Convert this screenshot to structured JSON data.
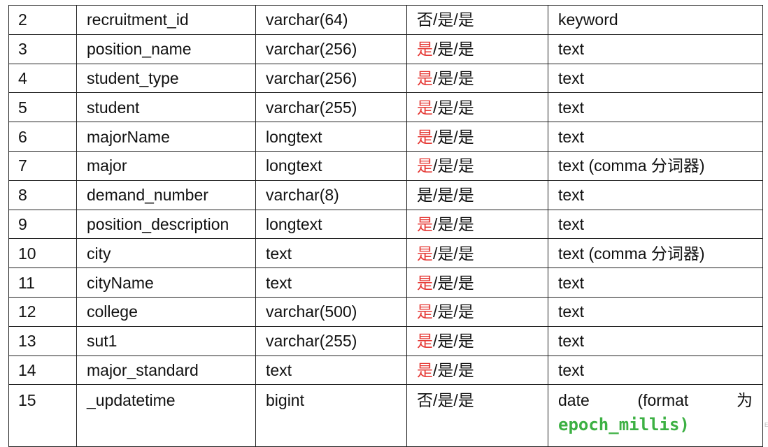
{
  "table": {
    "rows": [
      {
        "num": "2",
        "field": "recruitment_id",
        "type": "varchar(64)",
        "flag_first": "否",
        "flag_rest": "/是/是",
        "first_red": false,
        "es_type": "keyword"
      },
      {
        "num": "3",
        "field": "position_name",
        "type": "varchar(256)",
        "flag_first": "是",
        "flag_rest": "/是/是",
        "first_red": true,
        "es_type": "text"
      },
      {
        "num": "4",
        "field": "student_type",
        "type": "varchar(256)",
        "flag_first": "是",
        "flag_rest": "/是/是",
        "first_red": true,
        "es_type": "text"
      },
      {
        "num": "5",
        "field": "student",
        "type": "varchar(255)",
        "flag_first": "是",
        "flag_rest": "/是/是",
        "first_red": true,
        "es_type": "text"
      },
      {
        "num": "6",
        "field": "majorName",
        "type": "longtext",
        "flag_first": "是",
        "flag_rest": "/是/是",
        "first_red": true,
        "es_type": "text"
      },
      {
        "num": "7",
        "field": "major",
        "type": "longtext",
        "flag_first": "是",
        "flag_rest": "/是/是",
        "first_red": true,
        "es_type": "text (comma 分词器)"
      },
      {
        "num": "8",
        "field": "demand_number",
        "type": "varchar(8)",
        "flag_first": "是",
        "flag_rest": "/是/是",
        "first_red": false,
        "es_type": "text"
      },
      {
        "num": "9",
        "field": "position_description",
        "type": "longtext",
        "flag_first": "是",
        "flag_rest": "/是/是",
        "first_red": true,
        "es_type": "text"
      },
      {
        "num": "10",
        "field": "city",
        "type": "text",
        "flag_first": "是",
        "flag_rest": "/是/是",
        "first_red": true,
        "es_type": "text (comma 分词器)"
      },
      {
        "num": "11",
        "field": "cityName",
        "type": "text",
        "flag_first": "是",
        "flag_rest": "/是/是",
        "first_red": true,
        "es_type": "text"
      },
      {
        "num": "12",
        "field": "college",
        "type": "varchar(500)",
        "flag_first": "是",
        "flag_rest": "/是/是",
        "first_red": true,
        "es_type": "text"
      },
      {
        "num": "13",
        "field": "sut1",
        "type": "varchar(255)",
        "flag_first": "是",
        "flag_rest": "/是/是",
        "first_red": true,
        "es_type": "text"
      },
      {
        "num": "14",
        "field": "major_standard",
        "type": "text",
        "flag_first": "是",
        "flag_rest": "/是/是",
        "first_red": true,
        "es_type": "text"
      }
    ],
    "last_row": {
      "num": "15",
      "field": "_updatetime",
      "type": "bigint",
      "flag_first": "否",
      "flag_rest": "/是/是",
      "es_word1": "date",
      "es_word2": "(format",
      "es_word3": "为",
      "es_code": "epoch_millis)"
    }
  },
  "colors": {
    "red_flag": "#e53935",
    "code_green": "#3cb043"
  },
  "edge_mark": "E"
}
